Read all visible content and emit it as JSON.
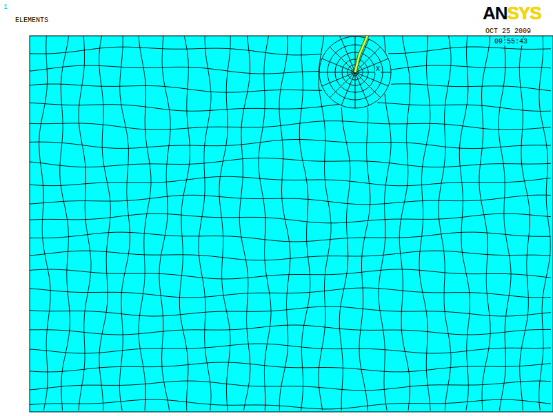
{
  "diagram": {
    "labels": [
      "1",
      "ELEMENTS",
      "ANSYS",
      "OCT 25 2009",
      "09:55:43",
      "X"
    ]
  }
}
